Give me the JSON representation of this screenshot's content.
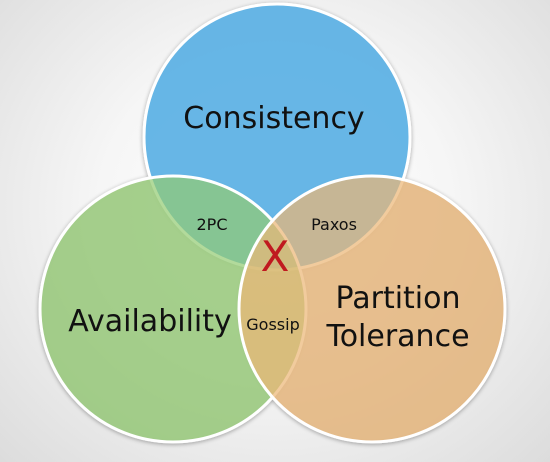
{
  "diagram": {
    "sets": {
      "consistency": {
        "label": "Consistency",
        "color": "#5eb4e7"
      },
      "availability": {
        "label": "Availability",
        "color": "#94cc74"
      },
      "partition_tolerance": {
        "label_line1": "Partition",
        "label_line2": "Tolerance",
        "color": "#ecb777"
      }
    },
    "overlaps": {
      "consistency_availability": "2PC",
      "consistency_partition": "Paxos",
      "availability_partition": "Gossip"
    },
    "center_mark": {
      "text": "X",
      "color": "#c0191f"
    }
  }
}
